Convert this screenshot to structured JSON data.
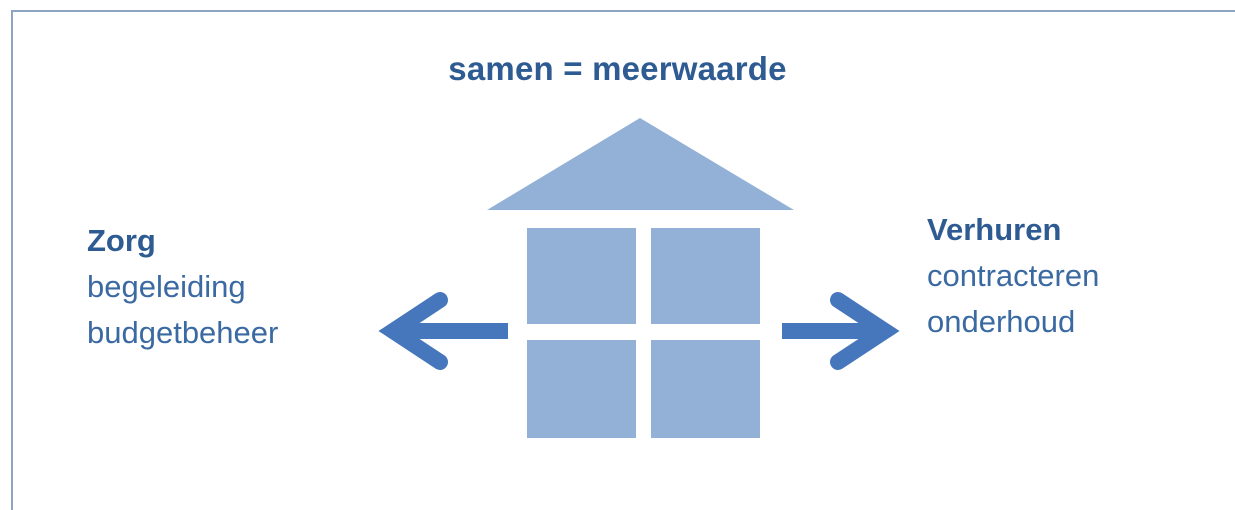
{
  "title": "samen = meerwaarde",
  "left": {
    "heading": "Zorg",
    "lines": [
      "begeleiding",
      "budgetbeheer"
    ]
  },
  "right": {
    "heading": "Verhuren",
    "lines": [
      "contracteren",
      "onderhoud"
    ]
  },
  "colors": {
    "house": "#93b1d6",
    "arrow": "#4677bc",
    "text": "#3b6aa2",
    "title": "#2f5b93",
    "frame": "#8da5c3"
  }
}
